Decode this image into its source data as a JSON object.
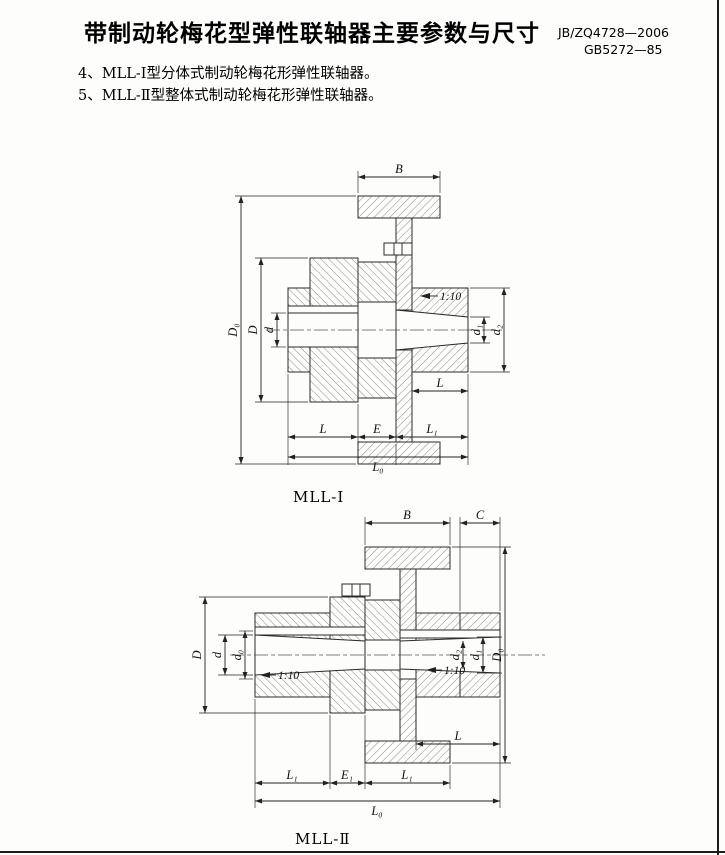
{
  "header": {
    "title": "带制动轮梅花型弹性联轴器主要参数与尺寸",
    "standard_ref_1": "JB/ZQ4728—2006",
    "standard_ref_2": "GB5272—85"
  },
  "notes": {
    "item_4": "4、MLL-Ⅰ型分体式制动轮梅花形弹性联轴器。",
    "item_5": "5、MLL-Ⅱ型整体式制动轮梅花形弹性联轴器。"
  },
  "figure1": {
    "caption": "MLL-Ⅰ",
    "dims": {
      "B": "B",
      "D0": "D₀",
      "D": "D",
      "d": "d",
      "taper": "1:10",
      "d1": "d₁",
      "d2": "d₂",
      "L_right": "L",
      "L": "L",
      "E": "E",
      "L1": "L₁",
      "L0": "L₀"
    }
  },
  "figure2": {
    "caption": "MLL-Ⅱ",
    "dims": {
      "B": "B",
      "C": "C",
      "D": "D",
      "d": "d",
      "d0": "d₀",
      "taper_left": "1:10",
      "taper_right": "1:10",
      "d2": "d₂",
      "d1": "d₁",
      "D0": "D₀",
      "L": "L",
      "L1_left": "L₁",
      "E1": "E₁",
      "L1_right": "L₁",
      "L0": "L₀"
    }
  }
}
